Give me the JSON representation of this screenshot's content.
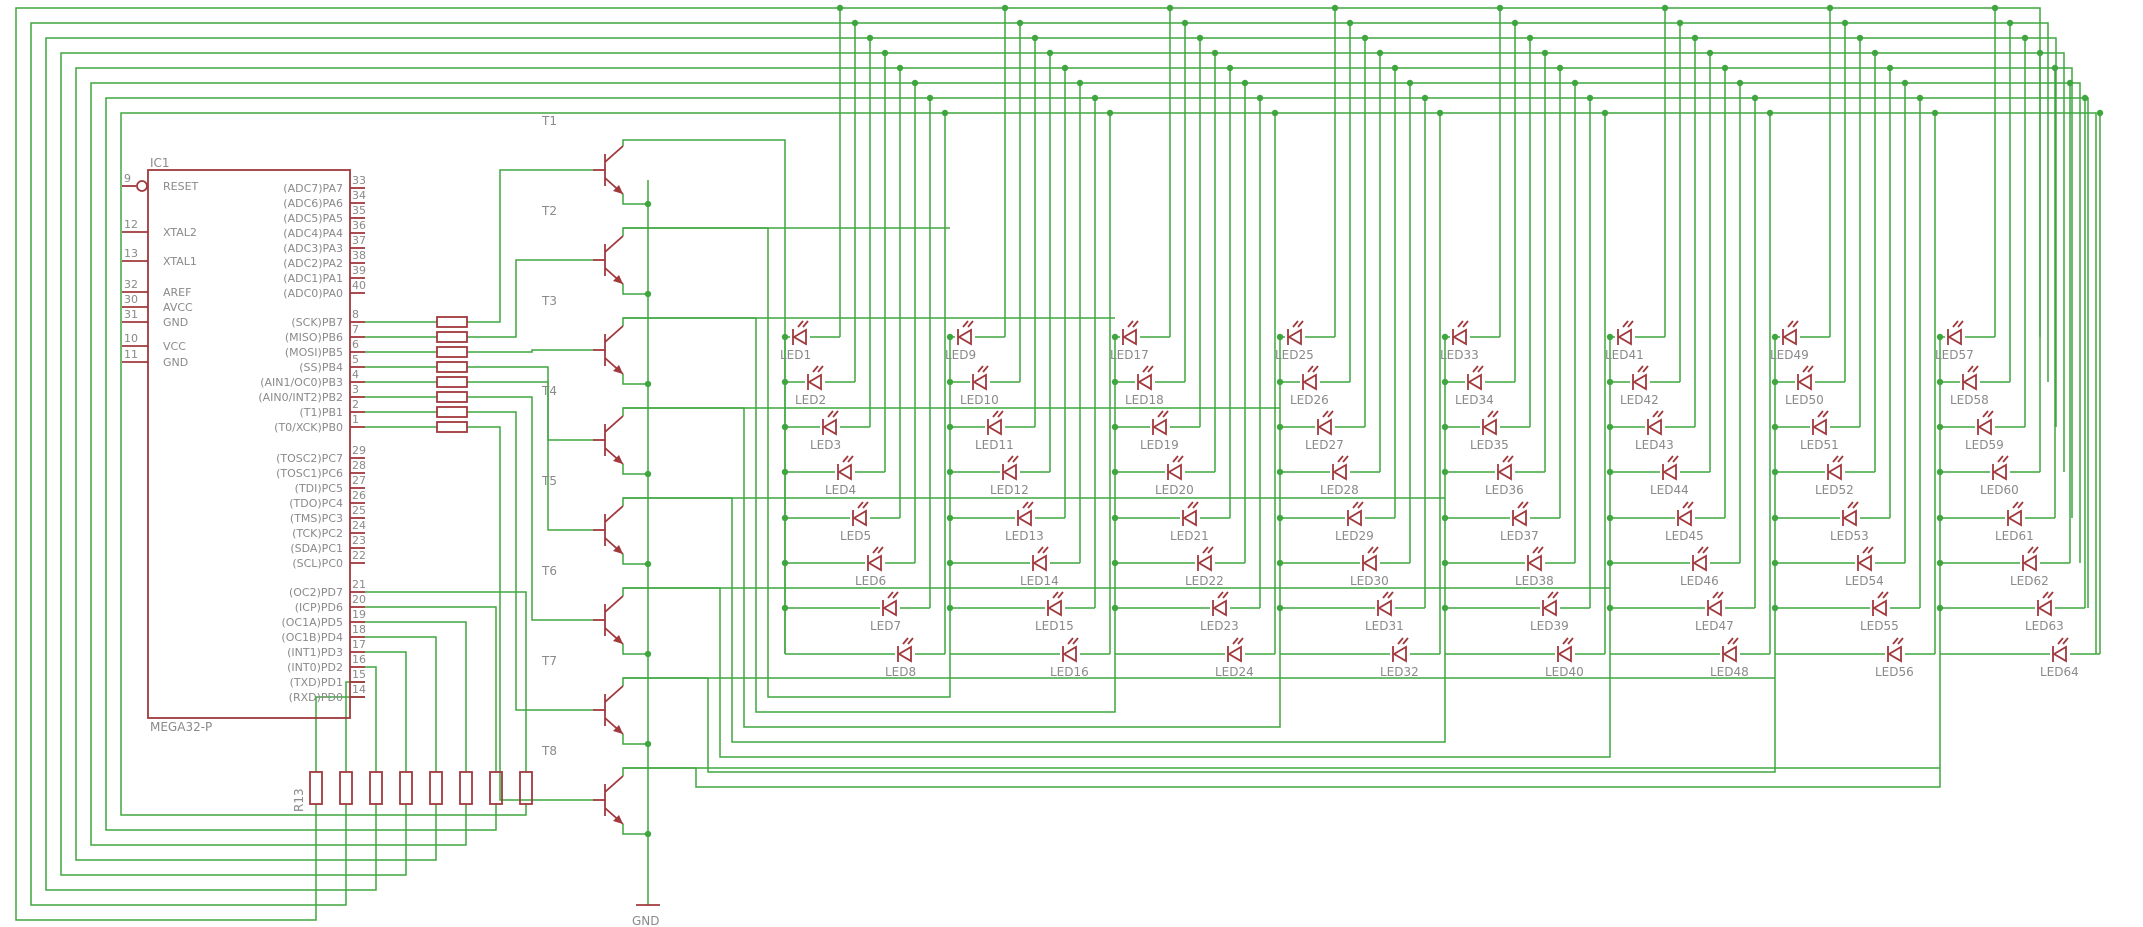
{
  "ic": {
    "name": "IC1",
    "part": "MEGA32-P",
    "left_pins": [
      {
        "num": "9",
        "label": "RESET"
      },
      {
        "num": "12",
        "label": "XTAL2"
      },
      {
        "num": "13",
        "label": "XTAL1"
      },
      {
        "num": "32",
        "label": "AREF"
      },
      {
        "num": "30",
        "label": "AVCC"
      },
      {
        "num": "31",
        "label": "GND"
      },
      {
        "num": "10",
        "label": "VCC"
      },
      {
        "num": "11",
        "label": "GND"
      }
    ],
    "right_pins": [
      {
        "num": "33",
        "label": "(ADC7)PA7"
      },
      {
        "num": "34",
        "label": "(ADC6)PA6"
      },
      {
        "num": "35",
        "label": "(ADC5)PA5"
      },
      {
        "num": "36",
        "label": "(ADC4)PA4"
      },
      {
        "num": "37",
        "label": "(ADC3)PA3"
      },
      {
        "num": "38",
        "label": "(ADC2)PA2"
      },
      {
        "num": "39",
        "label": "(ADC1)PA1"
      },
      {
        "num": "40",
        "label": "(ADC0)PA0"
      },
      {
        "num": "8",
        "label": "(SCK)PB7"
      },
      {
        "num": "7",
        "label": "(MISO)PB6"
      },
      {
        "num": "6",
        "label": "(MOSI)PB5"
      },
      {
        "num": "5",
        "label": "(SS)PB4"
      },
      {
        "num": "4",
        "label": "(AIN1/OC0)PB3"
      },
      {
        "num": "3",
        "label": "(AIN0/INT2)PB2"
      },
      {
        "num": "2",
        "label": "(T1)PB1"
      },
      {
        "num": "1",
        "label": "(T0/XCK)PB0"
      },
      {
        "num": "29",
        "label": "(TOSC2)PC7"
      },
      {
        "num": "28",
        "label": "(TOSC1)PC6"
      },
      {
        "num": "27",
        "label": "(TDI)PC5"
      },
      {
        "num": "26",
        "label": "(TDO)PC4"
      },
      {
        "num": "25",
        "label": "(TMS)PC3"
      },
      {
        "num": "24",
        "label": "(TCK)PC2"
      },
      {
        "num": "23",
        "label": "(SDA)PC1"
      },
      {
        "num": "22",
        "label": "(SCL)PC0"
      },
      {
        "num": "21",
        "label": "(OC2)PD7"
      },
      {
        "num": "20",
        "label": "(ICP)PD6"
      },
      {
        "num": "19",
        "label": "(OC1A)PD5"
      },
      {
        "num": "18",
        "label": "(OC1B)PD4"
      },
      {
        "num": "17",
        "label": "(INT1)PD3"
      },
      {
        "num": "16",
        "label": "(INT0)PD2"
      },
      {
        "num": "15",
        "label": "(TXD)PD1"
      },
      {
        "num": "14",
        "label": "(RXD)PD0"
      }
    ]
  },
  "transistors": [
    "T1",
    "T2",
    "T3",
    "T4",
    "T5",
    "T6",
    "T7",
    "T8"
  ],
  "resistor_label": "R13",
  "gnd_label": "GND",
  "led_prefix": "LED",
  "led_count": 64,
  "colors": {
    "wire": "#3fa63f",
    "part": "#a0383c",
    "text": "#8a8a8a",
    "background": "#ffffff"
  }
}
